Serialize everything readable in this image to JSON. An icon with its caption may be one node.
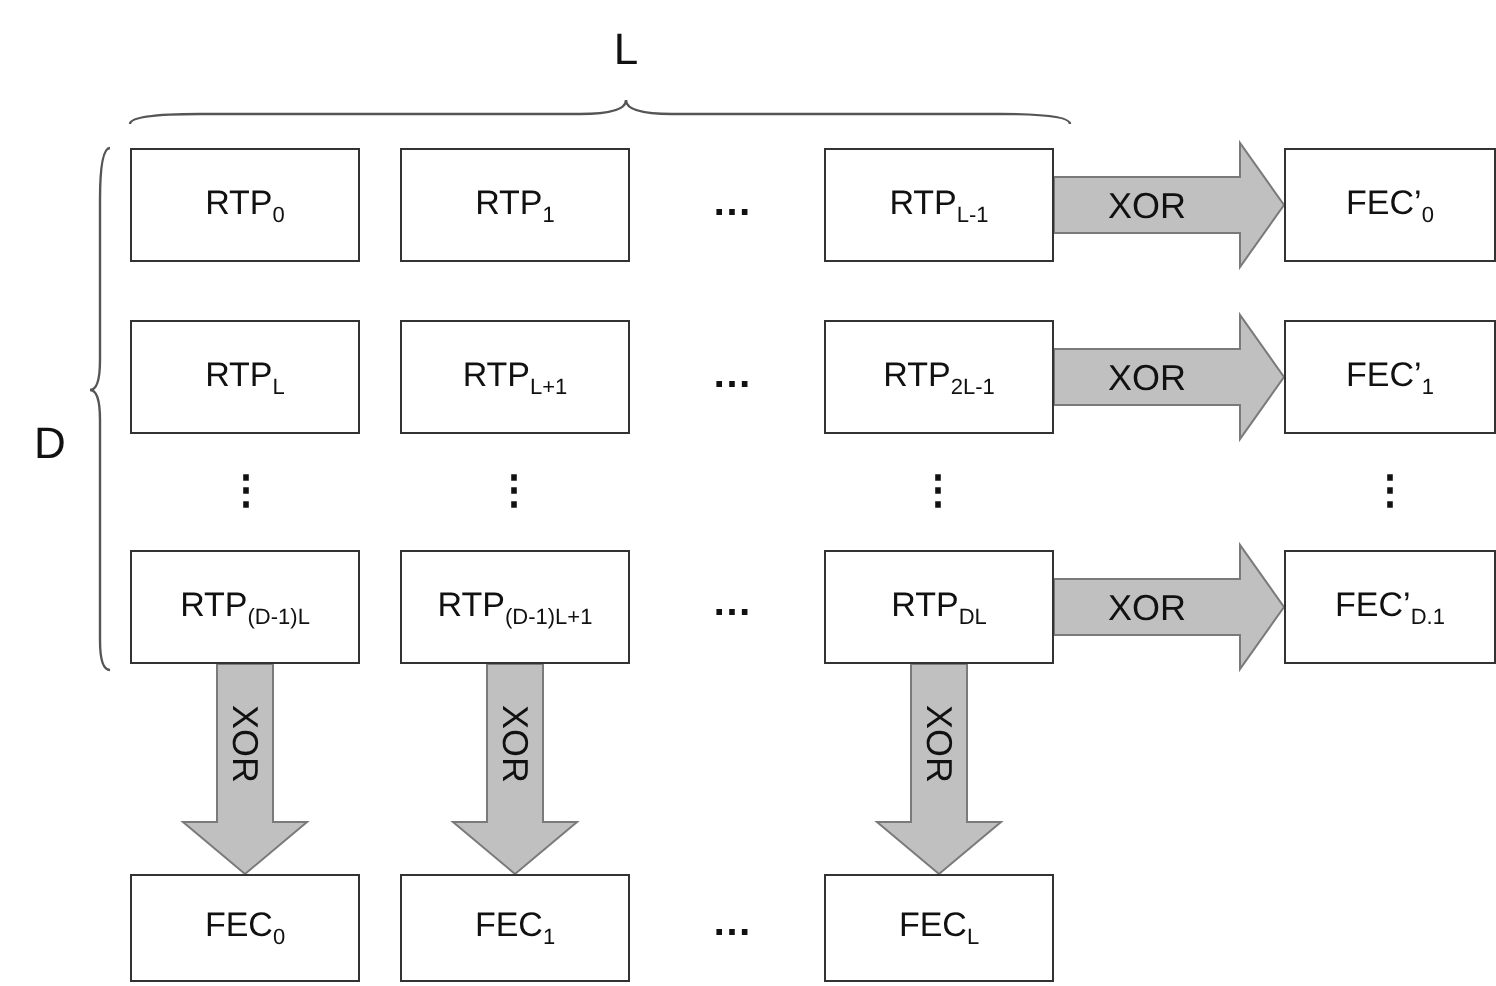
{
  "diagram": {
    "nodes": [
      {
        "text": [
          "RTP$_{0}$"
        ]
      },
      {
        "text": [
          "RTP$_{1}$"
        ]
      },
      {
        "text": [
          "RTP$_{L-1}$"
        ]
      },
      {
        "text": [
          "FEC’$_{0}$"
        ]
      },
      {
        "text": [
          "RTP$_{L}$"
        ]
      },
      {
        "text": [
          "RTP$_{L+1}$"
        ]
      },
      {
        "text": [
          "RTP$_{2L-1}$"
        ]
      },
      {
        "text": [
          "FEC’$_{1}$"
        ]
      },
      {
        "text": [
          "RTP$_{(D-1)L}$"
        ]
      },
      {
        "text": [
          "RTP$_{(D-1)L+1}$"
        ]
      },
      {
        "text": [
          "RTP$_{DL}$"
        ]
      },
      {
        "text": [
          "FEC’$_{D.1}$"
        ]
      },
      {
        "text": [
          "FEC$_{0}$"
        ]
      },
      {
        "text": [
          "FEC$_{1}$"
        ]
      },
      {
        "text": [
          "FEC$_{L}$"
        ]
      }
    ],
    "edges": [
      {
        "from": 2,
        "to": 3,
        "arrow": "to",
        "label": "XOR"
      },
      {
        "from": 6,
        "to": 7,
        "arrow": "to",
        "label": "XOR"
      },
      {
        "from": 10,
        "to": 11,
        "arrow": "to",
        "label": "XOR"
      },
      {
        "from": 8,
        "to": 12,
        "arrow": "to",
        "label": "XOR"
      },
      {
        "from": 9,
        "to": 13,
        "arrow": "to",
        "label": "XOR"
      },
      {
        "from": 10,
        "to": 14,
        "arrow": "to",
        "label": "XOR"
      }
    ],
    "labels": [
      "L",
      "…",
      "…",
      "D",
      "⋮",
      "⋮",
      "⋮",
      "⋮",
      "…",
      "…"
    ]
  }
}
